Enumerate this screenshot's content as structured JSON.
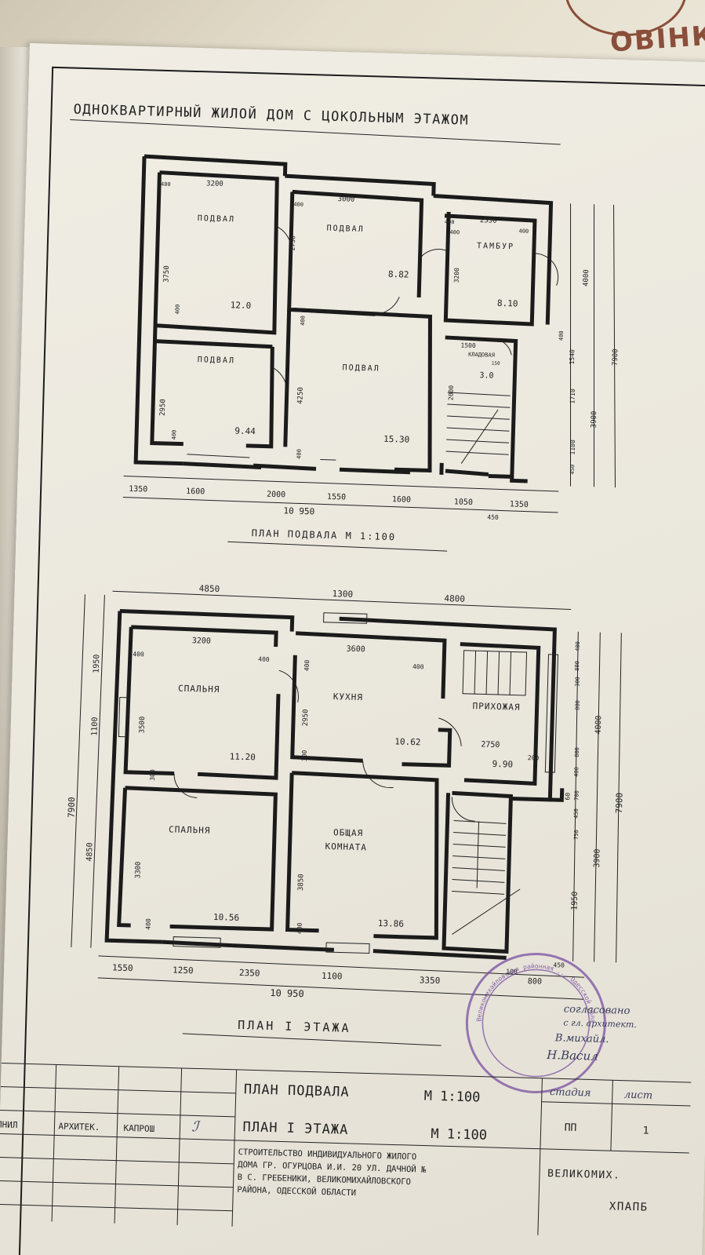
{
  "sheet": {
    "main_title": "ОДНОКВАРТИРНЫЙ ЖИЛОЙ ДОМ С ЦОКОЛЬНЫМ ЭТАЖОМ",
    "fabric_text": "ОВІНК"
  },
  "basement": {
    "caption": "ПЛАН ПОДВАЛА М 1:100",
    "rooms": [
      {
        "name": "ПОДВАЛ",
        "area": "12.0"
      },
      {
        "name": "ПОДВАЛ",
        "area": "8.82"
      },
      {
        "name": "ТАМБУР",
        "area": "8.10"
      },
      {
        "name": "ПОДВАЛ",
        "area": "9.44"
      },
      {
        "name": "ПОДВАЛ",
        "area": "15.30"
      },
      {
        "name": "КЛАДОВАЯ",
        "area": "3.0"
      }
    ],
    "top_dims": [
      "3200",
      "3000",
      "2550",
      "400",
      "400",
      "400",
      "400",
      "400"
    ],
    "bottom_dims": [
      "1350",
      "1600",
      "2000",
      "1550",
      "1600",
      "1050",
      "1350"
    ],
    "total": "10 950",
    "offset_450": "450",
    "left_dims": [
      "3750",
      "2950",
      "400",
      "400",
      "400"
    ],
    "inner_dims": [
      "2750",
      "4250",
      "3200",
      "2000",
      "1500",
      "400",
      "400",
      "150"
    ],
    "right_dims": [
      "4000",
      "1540",
      "1710",
      "1100",
      "450",
      "3900",
      "7900",
      "400"
    ]
  },
  "floor1": {
    "caption": "ПЛАН I ЭТАЖА",
    "rooms": [
      {
        "name": "СПАЛЬНЯ",
        "area": "11.20"
      },
      {
        "name": "КУХНЯ",
        "area": "10.62"
      },
      {
        "name": "ПРИХОЖАЯ",
        "area": "9.90"
      },
      {
        "name": "СПАЛЬНЯ",
        "area": "10.56"
      },
      {
        "name": "ОБЩАЯ",
        "name2": "КОМНАТА",
        "area": "13.86"
      }
    ],
    "top_dims": [
      "4850",
      "1300",
      "4800"
    ],
    "inner_top": [
      "3200",
      "3600",
      "400",
      "400",
      "400",
      "400"
    ],
    "bottom_dims": [
      "1550",
      "1250",
      "2350",
      "1100",
      "3350"
    ],
    "total": "10 950",
    "extra_bottom": [
      "100",
      "800",
      "450"
    ],
    "left_dims": [
      "1950",
      "1100",
      "4850",
      "7900"
    ],
    "inner_left": [
      "3500",
      "300",
      "3300",
      "400",
      "2950",
      "300",
      "3850",
      "400"
    ],
    "right_inner": [
      "2750",
      "200",
      "60"
    ],
    "right_dims": [
      "400",
      "800",
      "300",
      "800",
      "4000",
      "800",
      "400",
      "700",
      "450",
      "750",
      "3900",
      "1950",
      "7900"
    ]
  },
  "title_block": {
    "roles": [
      "ВЫПОЛНИЛ",
      "АРХИТЕК.",
      "КАПРОШ"
    ],
    "line1_name": "ПЛАН  ПОДВАЛА",
    "line1_scale": "М 1:100",
    "line2_name": "ПЛАН  I  ЭТАЖА",
    "line2_scale": "М 1:100",
    "desc1": "СТРОИТЕЛЬСТВО ИНДИВИДУАЛЬНОГО ЖИЛОГО",
    "desc2": "ДОМА  ГР. ОГУРЦОВА И.И.  20 УЛ. ДАЧНОЙ №",
    "desc3": "В С. ГРЕБЕНИКИ, ВЕЛИКОМИХАЙЛОВСКОГО",
    "desc4": "РАЙОНА, ОДЕССКОЙ ОБЛАСТИ",
    "stage_label": "стадия",
    "sheet_label": "лист",
    "stage_value": "ПП",
    "sheet_value": "1",
    "org1": "ВЕЛИКОМИХ.",
    "org2": "ХПАПБ"
  },
  "stamp": {
    "ring_text": "Великомихайловская районная ... Одесской области",
    "hand1": "согласовано",
    "hand2": "с гл. архитект.",
    "hand3": "В.михайл.",
    "hand4": "Н.Васил"
  },
  "colors": {
    "ink": "#1d1d1d",
    "paper": "#ebe8de",
    "stamp": "#7a4fa0",
    "fabric": "#8a4e3a"
  }
}
